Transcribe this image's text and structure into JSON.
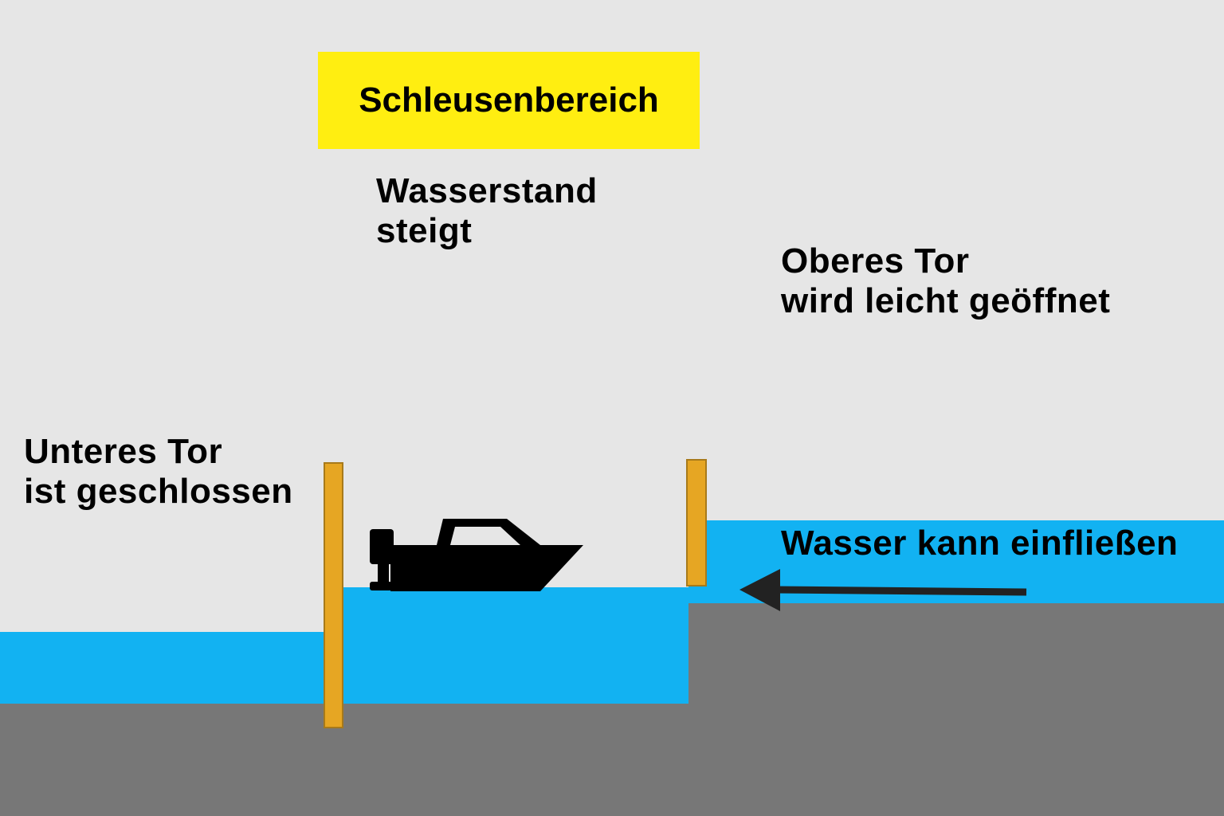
{
  "colors": {
    "background": "#e6e6e6",
    "water": "#12b2f2",
    "ground": "#777777",
    "gate": "#e6a623",
    "highlight": "#ffee11",
    "boat": "#000000"
  },
  "title": "Schleusenbereich",
  "labels": {
    "water_level": [
      "Wasserstand",
      "steigt"
    ],
    "upper_gate": [
      "Oberes Tor",
      "wird leicht geöffnet"
    ],
    "lower_gate": [
      "Unteres Tor",
      "ist geschlossen"
    ],
    "inflow": "Wasser kann einfließen"
  },
  "icons": {
    "boat": "motorboat-icon",
    "arrow": "arrow-left-icon"
  }
}
